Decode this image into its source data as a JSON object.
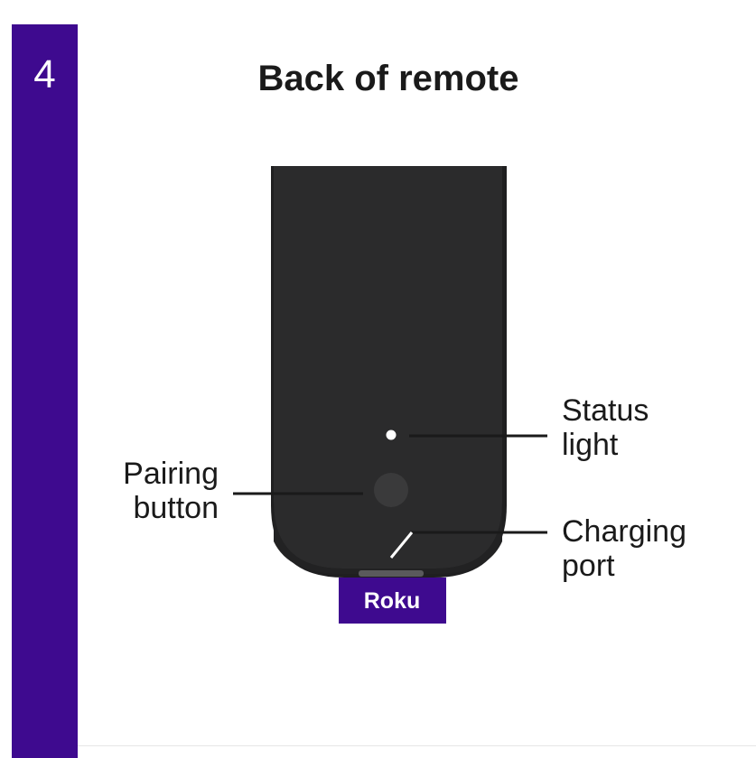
{
  "step": {
    "number": "4"
  },
  "title": "Back of remote",
  "callouts": {
    "status_light": {
      "line1": "Status",
      "line2": "light"
    },
    "pairing_button": {
      "line1": "Pairing",
      "line2": "button"
    },
    "charging_port": {
      "line1": "Charging",
      "line2": "port"
    }
  },
  "logo": {
    "text": "Roku"
  },
  "colors": {
    "brand_purple": "#3e0a8f",
    "remote_body": "#2b2b2c",
    "remote_edge": "#1f1f20",
    "status_light": "#ffffff",
    "pairing_button": "#3a3a3b",
    "text": "#1a1a1a"
  }
}
